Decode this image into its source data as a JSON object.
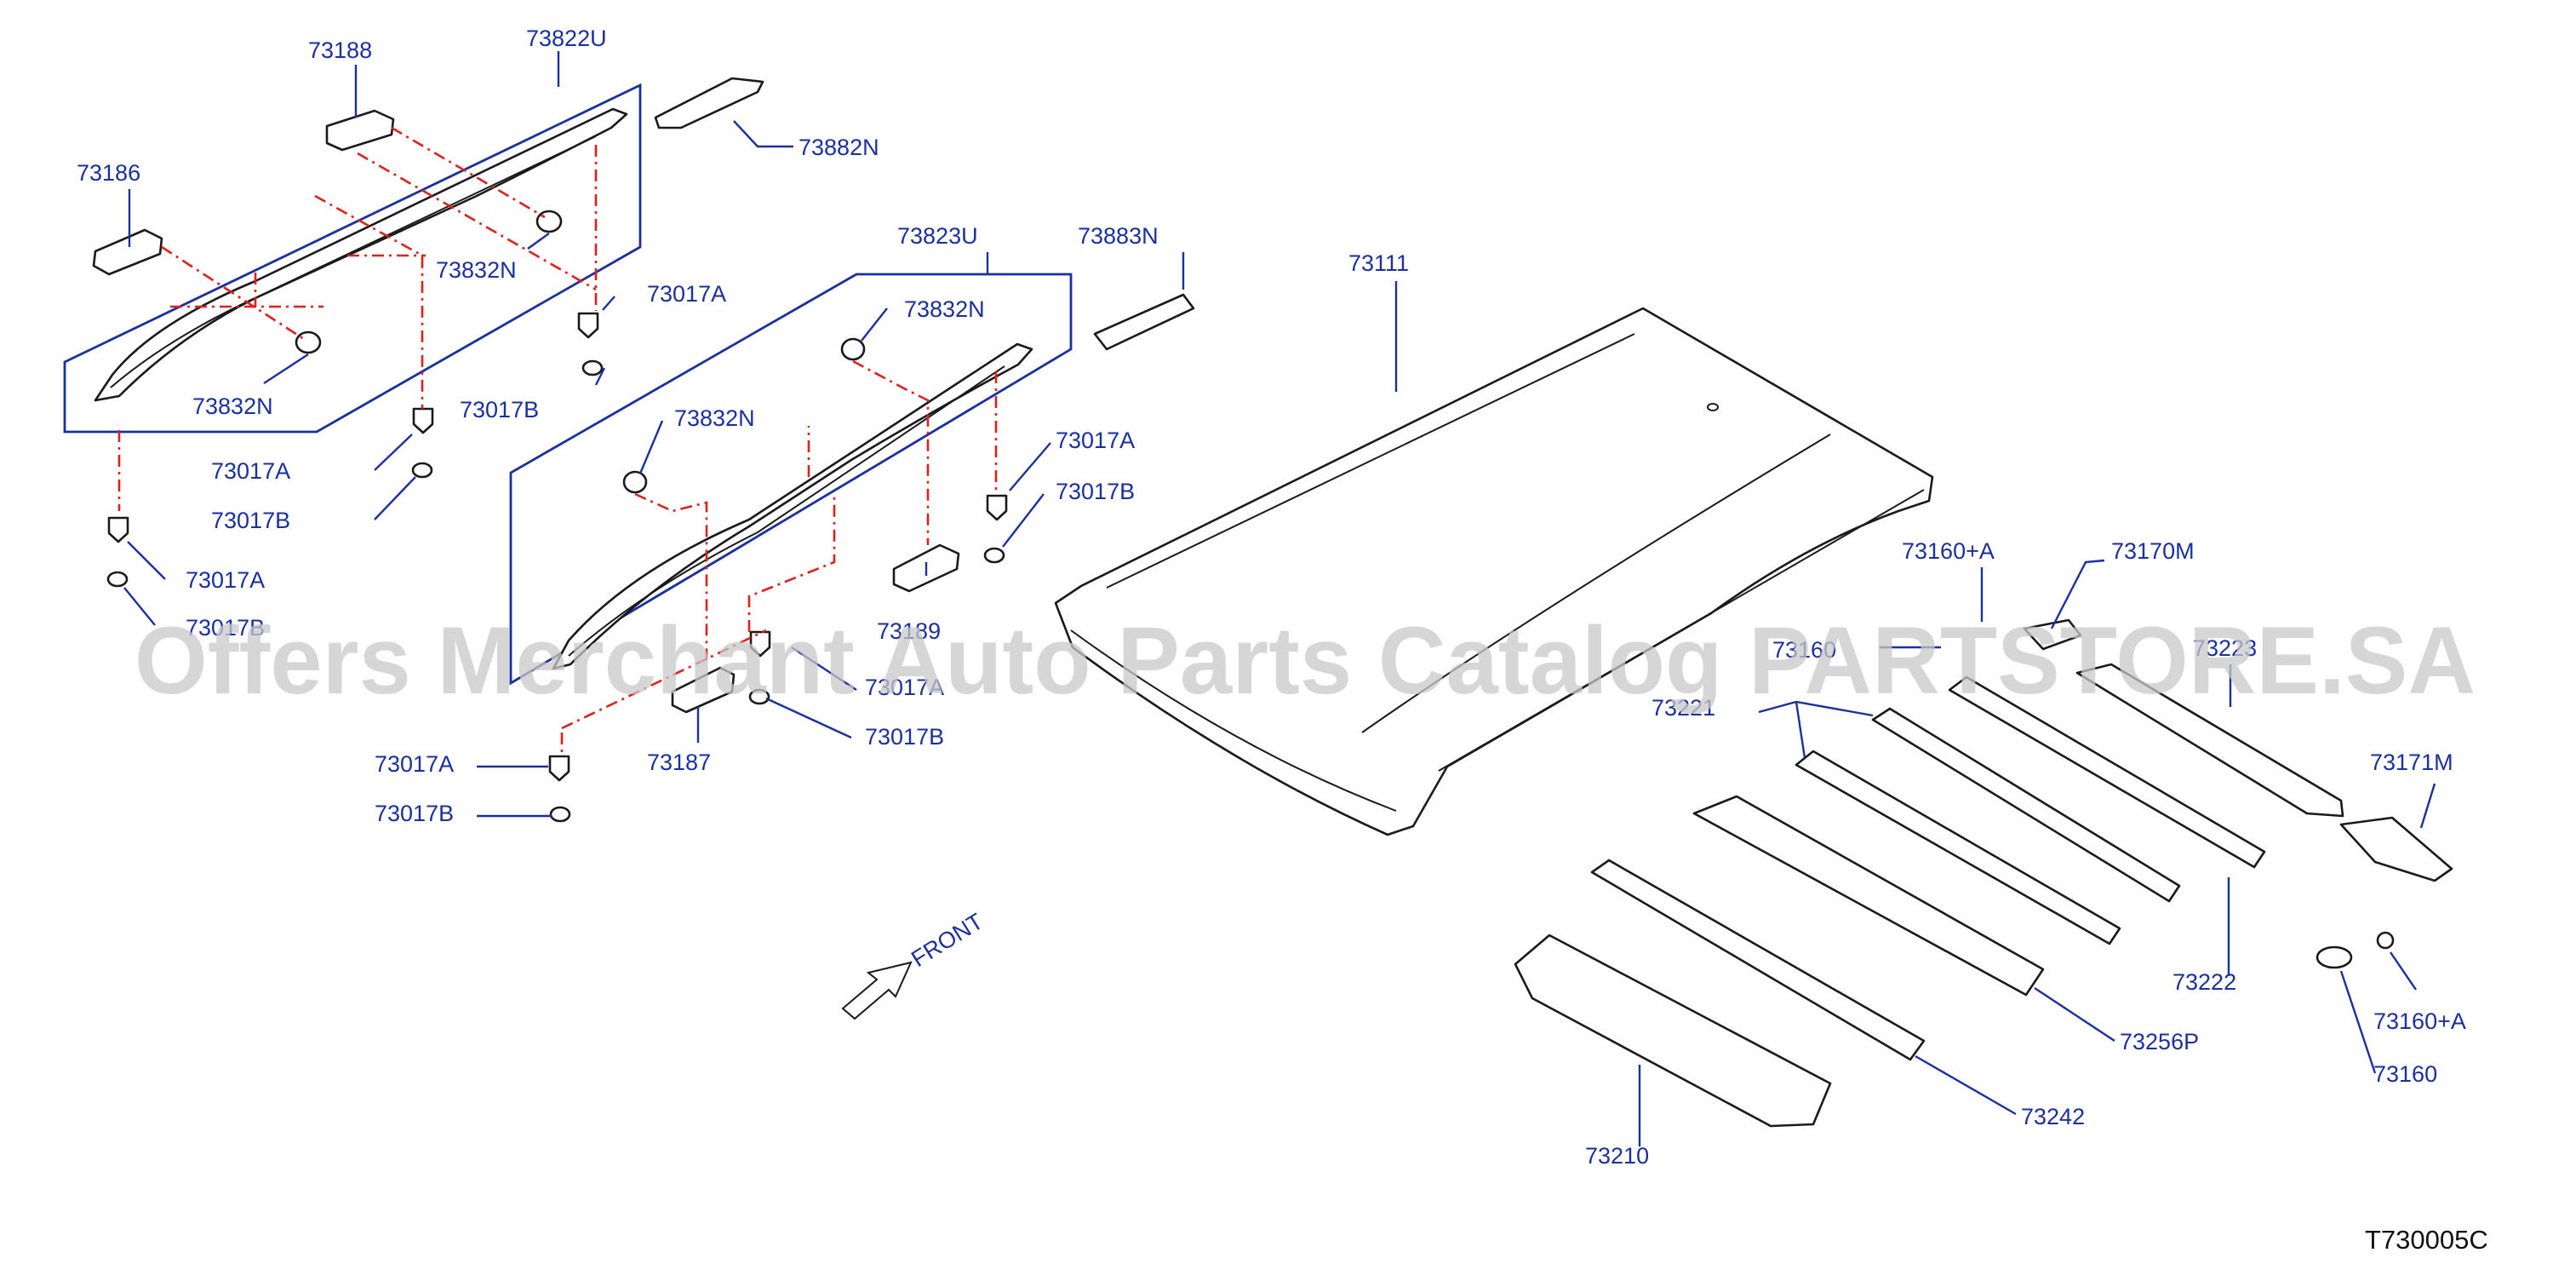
{
  "diagram": {
    "labels": {
      "p73188": "73188",
      "p73822U": "73822U",
      "p73882N": "73882N",
      "p73186": "73186",
      "p73832N_a": "73832N",
      "p73832N_b": "73832N",
      "p73017A_a": "73017A",
      "p73017B_a": "73017B",
      "p73017A_b": "73017A",
      "p73017B_b": "73017B",
      "p73017A_c": "73017A",
      "p73017B_c": "73017B",
      "p73823U": "73823U",
      "p73883N": "73883N",
      "p73832N_c": "73832N",
      "p73832N_d": "73832N",
      "p73017A_d": "73017A",
      "p73017B_d": "73017B",
      "p73189": "73189",
      "p73017A_e": "73017A",
      "p73017B_e": "73017B",
      "p73187": "73187",
      "p73017A_f": "73017A",
      "p73017B_f": "73017B",
      "p73111": "73111",
      "p73160A_a": "73160+A",
      "p73170M": "73170M",
      "p73160_a": "73160",
      "p73223": "73223",
      "p73221": "73221",
      "p73171M": "73171M",
      "p73222": "73222",
      "p73256P": "73256P",
      "p73160A_b": "73160+A",
      "p73160_b": "73160",
      "p73242": "73242",
      "p73210": "73210"
    },
    "front_label": "FRONT",
    "drawing_code": "T730005C"
  },
  "watermark": "Offers Merchant Auto Parts Catalog PARTSTORE.SA",
  "colors": {
    "label": "#1a2fa0",
    "leader": "#1a2fa0",
    "dash": "#e0201c",
    "outline": "#1a1a1a",
    "watermark": "#c8c8c8"
  }
}
